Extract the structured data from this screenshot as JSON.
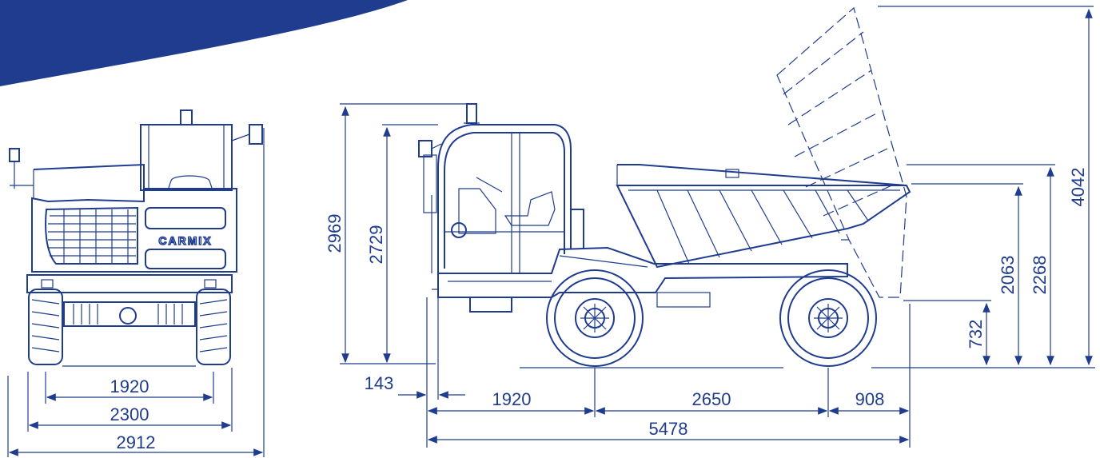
{
  "colors": {
    "line": "#1f3c8f",
    "banner": "#1f3c8f",
    "background": "#ffffff"
  },
  "brand_text": "CARMIX",
  "front_view": {
    "widths": {
      "track": "1920",
      "body": "2300",
      "overall": "2912"
    }
  },
  "side_view": {
    "heights": {
      "beacon_height": "2969",
      "cab_height": "2729",
      "dump_height_max": "4042",
      "skip_rim_height": "2268",
      "tipping_pivot_height": "2063",
      "discharge_height": "732"
    },
    "lengths": {
      "ground_clearance_offset": "143",
      "front_overhang": "1920",
      "wheelbase": "2650",
      "rear_overhang": "908",
      "overall_length": "5478"
    }
  }
}
